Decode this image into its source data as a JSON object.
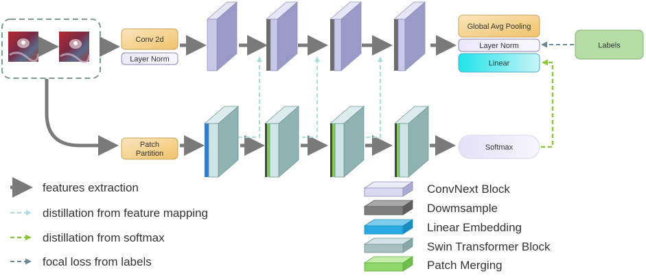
{
  "boxes": {
    "conv2d": "Conv 2d",
    "layer_norm_top": "Layer Norm",
    "patch_partition_line1": "Patch",
    "patch_partition_line2": "Partition",
    "global_avg_pooling": "Global Avg Pooling",
    "layer_norm_head": "Layer Norm",
    "linear": "Linear",
    "labels": "Labels",
    "softmax": "Softmax"
  },
  "legend_arrows": [
    {
      "label": "features extraction",
      "color": "#7a7a7a",
      "style": "solid"
    },
    {
      "label": "distillation from feature mapping",
      "color": "#a9dde0",
      "style": "dashed"
    },
    {
      "label": "distillation from softmax",
      "color": "#8cc63f",
      "style": "dashed"
    },
    {
      "label": "focal loss from labels",
      "color": "#6b8793",
      "style": "dashed"
    }
  ],
  "legend_blocks": [
    {
      "label": "ConvNext Block",
      "color": "#d9d9f2"
    },
    {
      "label": "Dowmsample",
      "color": "#7f7f7f"
    },
    {
      "label": "Linear Embedding",
      "color": "#29abe2"
    },
    {
      "label": "Swin Transformer Block",
      "color": "#a8c0c0"
    },
    {
      "label": "Patch Merging",
      "color": "#8fd66a"
    }
  ],
  "colors": {
    "convnext": "#c8c8e8",
    "downsample": "#7f7f7f",
    "linear_embedding": "#2a7fd4",
    "swin": "#a8c4c4",
    "patch_merging": "#7ccf5a",
    "conv_box": "#f6d79a",
    "labels_box": "#b4dca4",
    "linear_box": "#33e6ee"
  }
}
